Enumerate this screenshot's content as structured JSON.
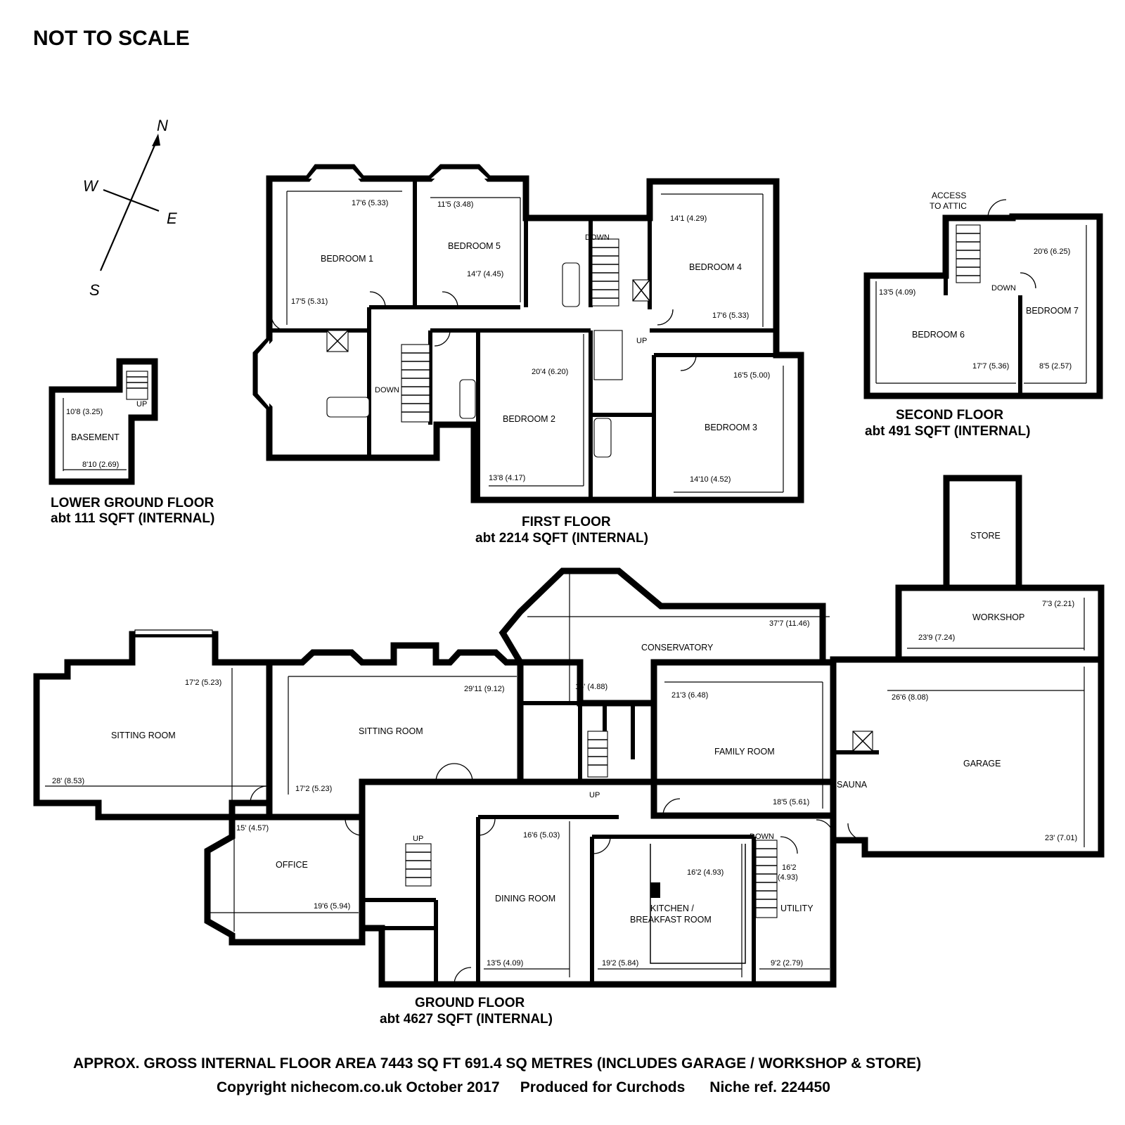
{
  "title": "NOT TO SCALE",
  "compass": {
    "n": "N",
    "s": "S",
    "e": "E",
    "w": "W"
  },
  "lower_ground": {
    "name": "LOWER GROUND FLOOR",
    "area": "abt 111 SQFT (INTERNAL)",
    "rooms": {
      "basement": "BASEMENT"
    },
    "dims": {
      "d1": "10'8 (3.25)",
      "d2": "8'10 (2.69)"
    },
    "labels": {
      "up": "UP"
    }
  },
  "first": {
    "name": "FIRST FLOOR",
    "area": "abt 2214 SQFT (INTERNAL)",
    "rooms": {
      "bedroom1": "BEDROOM 1",
      "bedroom5": "BEDROOM 5",
      "bedroom4": "BEDROOM 4",
      "bedroom2": "BEDROOM 2",
      "bedroom3": "BEDROOM 3"
    },
    "dims": {
      "b1a": "17'6 (5.33)",
      "b1b": "17'5 (5.31)",
      "b5a": "11'5 (3.48)",
      "b5b": "14'7 (4.45)",
      "b4a": "14'1 (4.29)",
      "b4b": "17'6 (5.33)",
      "b2a": "20'4 (6.20)",
      "b2b": "13'8 (4.17)",
      "b3a": "16'5 (5.00)",
      "b3b": "14'10 (4.52)"
    },
    "labels": {
      "down1": "DOWN",
      "down2": "DOWN",
      "up": "UP"
    }
  },
  "second": {
    "name": "SECOND FLOOR",
    "area": "abt 491 SQFT (INTERNAL)",
    "rooms": {
      "bedroom6": "BEDROOM 6",
      "bedroom7": "BEDROOM 7"
    },
    "dims": {
      "b6a": "13'5 (4.09)",
      "b6b": "17'7 (5.36)",
      "b7a": "20'6 (6.25)",
      "b7b": "8'5 (2.57)"
    },
    "labels": {
      "access1": "ACCESS",
      "access2": "TO ATTIC",
      "down": "DOWN"
    }
  },
  "ground": {
    "name": "GROUND FLOOR",
    "area": "abt 4627 SQFT (INTERNAL)",
    "rooms": {
      "sitting1": "SITTING ROOM",
      "sitting2": "SITTING ROOM",
      "conservatory": "CONSERVATORY",
      "office": "OFFICE",
      "family": "FAMILY ROOM",
      "dining": "DINING ROOM",
      "kitchen1": "KITCHEN /",
      "kitchen2": "BREAKFAST ROOM",
      "utility": "UTILITY",
      "sauna": "SAUNA",
      "garage": "GARAGE",
      "workshop": "WORKSHOP",
      "store": "STORE"
    },
    "dims": {
      "s1a": "17'2 (5.23)",
      "s1b": "28' (8.53)",
      "s2a": "29'11 (9.12)",
      "s2b": "17'2 (5.23)",
      "cona": "37'7 (11.46)",
      "conb": "16' (4.88)",
      "offa": "15' (4.57)",
      "offb": "19'6 (5.94)",
      "fama": "21'3 (6.48)",
      "famb": "18'5 (5.61)",
      "dina": "16'6 (5.03)",
      "dinb": "13'5 (4.09)",
      "kita": "16'2 (4.93)",
      "kitb": "19'2 (5.84)",
      "uta1": "16'2",
      "uta2": "(4.93)",
      "utb": "9'2 (2.79)",
      "gara": "26'6 (8.08)",
      "garb": "23' (7.01)",
      "worka": "7'3 (2.21)",
      "workb": "23'9 (7.24)"
    },
    "labels": {
      "up1": "UP",
      "up2": "UP",
      "down": "DOWN"
    }
  },
  "footer": {
    "line1": "APPROX. GROSS INTERNAL FLOOR AREA 7443 SQ FT 691.4 SQ METRES (INCLUDES GARAGE / WORKSHOP & STORE)",
    "line2": "Copyright nichecom.co.uk October 2017     Produced for Curchods      Niche ref. 224450"
  }
}
